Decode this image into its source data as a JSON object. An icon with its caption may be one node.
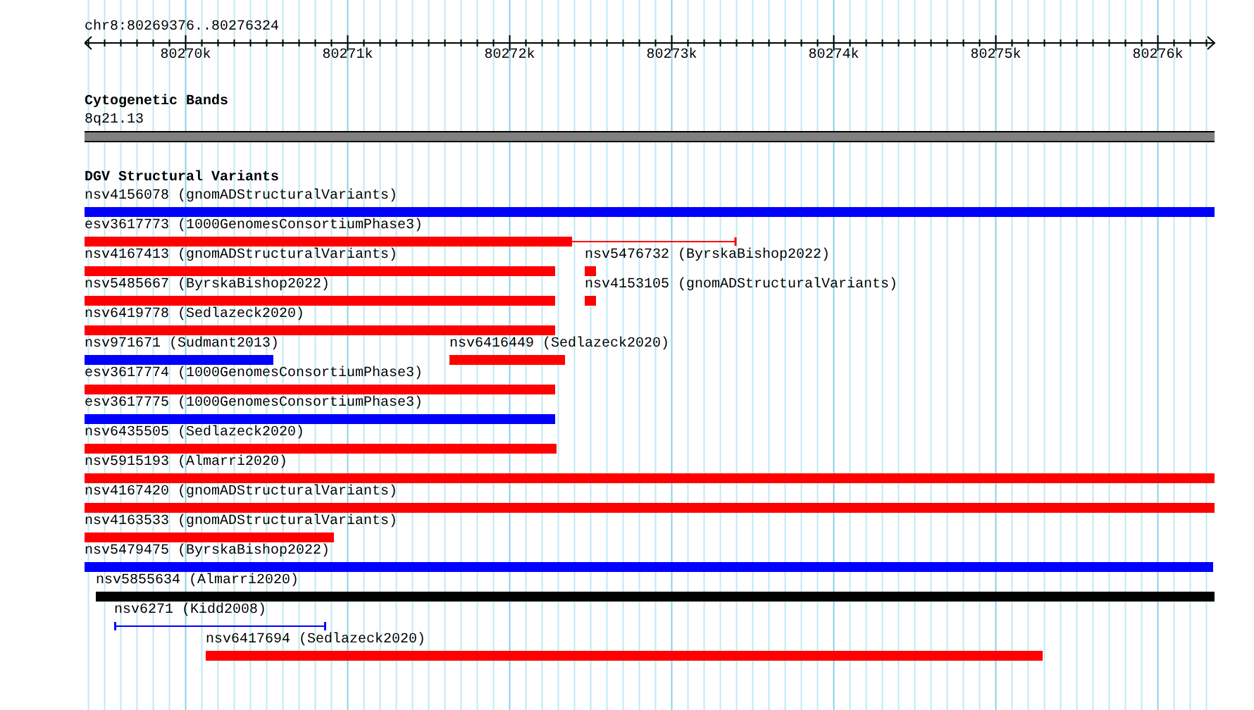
{
  "diagram": {
    "nodes": [
      {
        "text": [
          "8q21.13"
        ]
      },
      {
        "text": [
          "nsv4156078 (gnomADStructuralVariants)"
        ]
      },
      {
        "text": [
          "esv3617773 (1000GenomesConsortiumPhase3)"
        ]
      },
      {
        "text": [
          "nsv4167413 (gnomADStructuralVariants)"
        ]
      },
      {
        "text": [
          "nsv5476732 (ByrskaBishop2022)"
        ]
      },
      {
        "text": [
          "nsv5485667 (ByrskaBishop2022)"
        ]
      },
      {
        "text": [
          "nsv4153105 (gnomADStructuralVariants)"
        ]
      },
      {
        "text": [
          "nsv6419778 (Sedlazeck2020)"
        ]
      },
      {
        "text": [
          "nsv971671 (Sudmant2013)"
        ]
      },
      {
        "text": [
          "nsv6416449 (Sedlazeck2020)"
        ]
      },
      {
        "text": [
          "esv3617774 (1000GenomesConsortiumPhase3)"
        ]
      },
      {
        "text": [
          "esv3617775 (1000GenomesConsortiumPhase3)"
        ]
      },
      {
        "text": [
          "nsv6435505 (Sedlazeck2020)"
        ]
      },
      {
        "text": [
          "nsv5915193 (Almarri2020)"
        ]
      },
      {
        "text": [
          "nsv4167420 (gnomADStructuralVariants)"
        ]
      },
      {
        "text": [
          "nsv4163533 (gnomADStructuralVariants)"
        ]
      },
      {
        "text": [
          "nsv5479475 (ByrskaBishop2022)"
        ]
      },
      {
        "text": [
          "nsv5855634 (Almarri2020)"
        ]
      },
      {
        "text": [
          "nsv6271 (Kidd2008)"
        ]
      },
      {
        "text": [
          "nsv6417694 (Sedlazeck2020)"
        ]
      }
    ],
    "labels": [
      "chr8:80269376..80276324",
      "80270k",
      "80271k",
      "80272k",
      "80273k",
      "80274k",
      "80275k",
      "80276k",
      "Cytogenetic Bands",
      "DGV Structural Variants"
    ]
  }
}
